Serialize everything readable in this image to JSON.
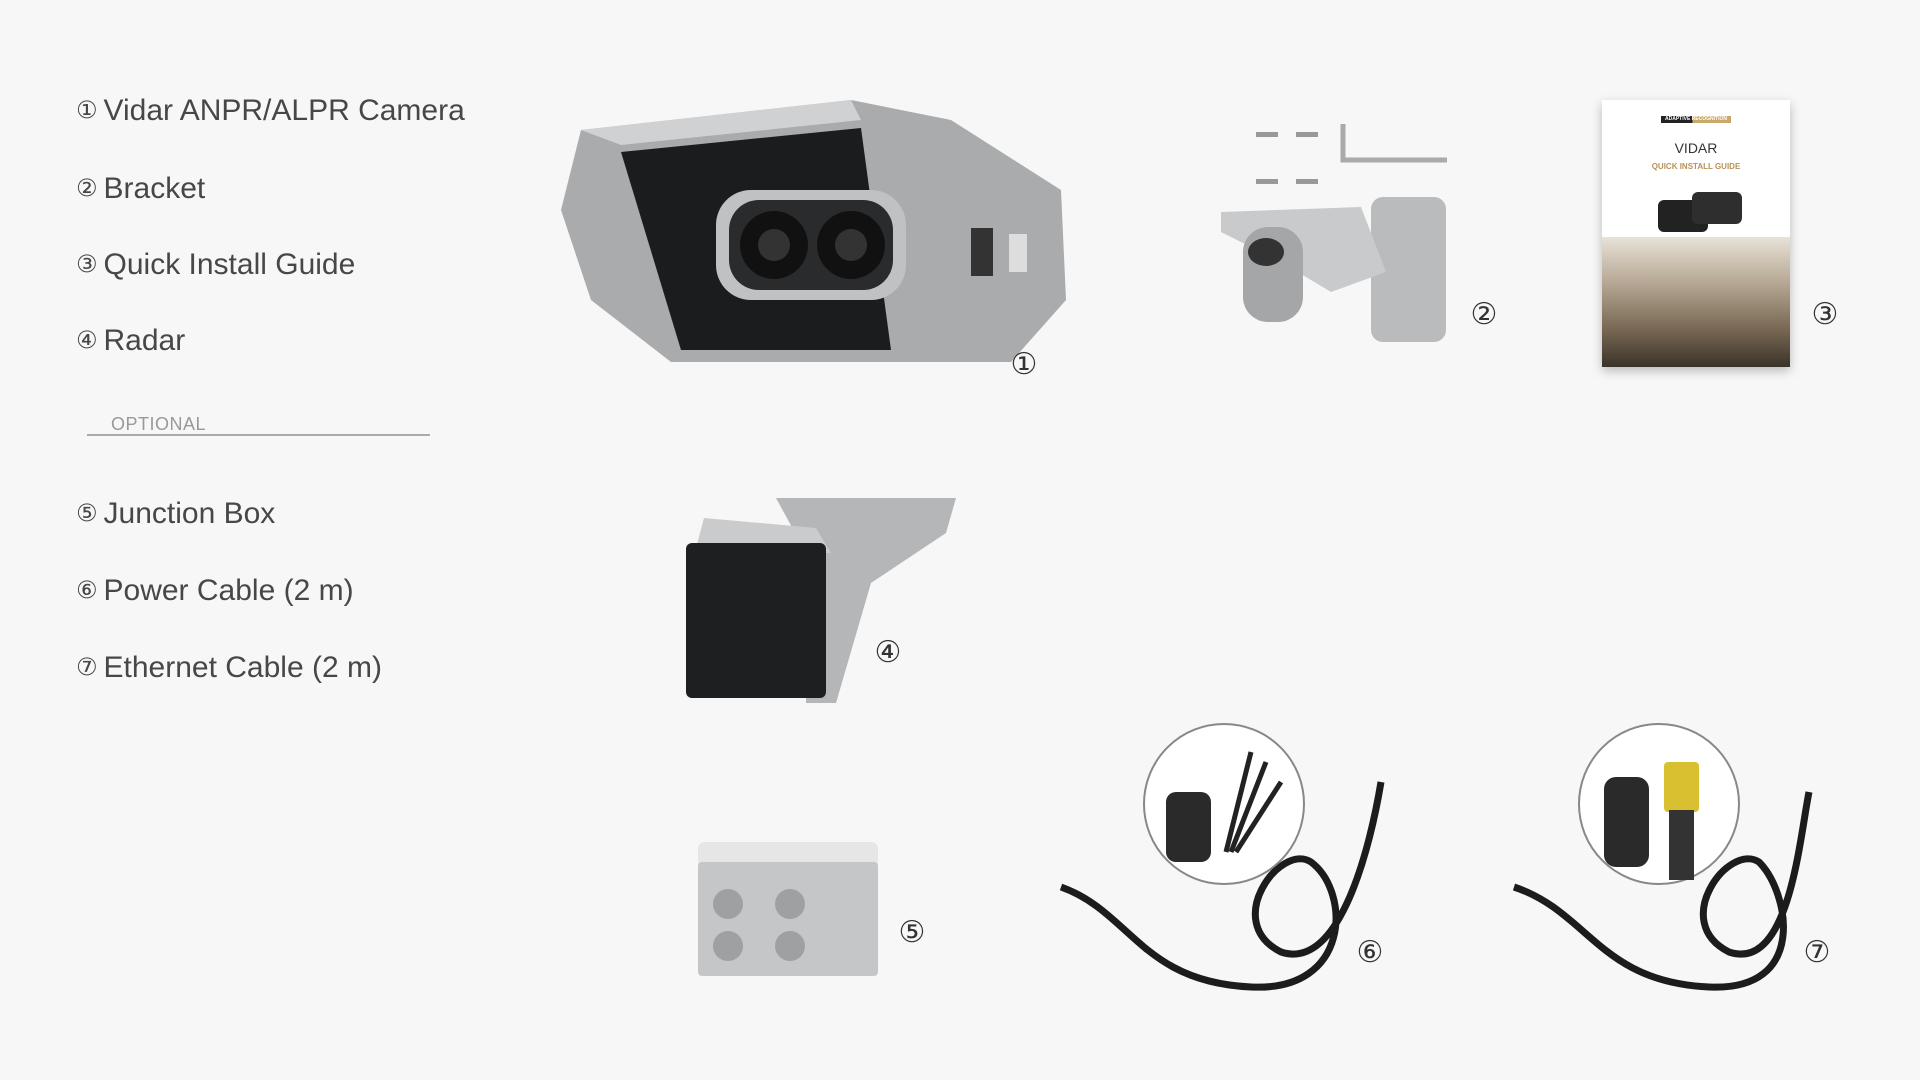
{
  "items": [
    {
      "num": "①",
      "label": "Vidar ANPR/ALPR Camera"
    },
    {
      "num": "②",
      "label": "Bracket"
    },
    {
      "num": "③",
      "label": "Quick Install Guide"
    },
    {
      "num": "④",
      "label": "Radar"
    }
  ],
  "optional_label": "OPTIONAL",
  "optional_items": [
    {
      "num": "⑤",
      "label": "Junction Box"
    },
    {
      "num": "⑥",
      "label": "Power Cable (2 m)"
    },
    {
      "num": "⑦",
      "label": "Ethernet Cable (2 m)"
    }
  ],
  "guide": {
    "brand": "ADAPTIVE RECOGNITION",
    "title": "VIDAR",
    "subtitle": "QUICK INSTALL GUIDE"
  },
  "callouts": [
    "①",
    "②",
    "③",
    "④",
    "⑤",
    "⑥",
    "⑦"
  ]
}
